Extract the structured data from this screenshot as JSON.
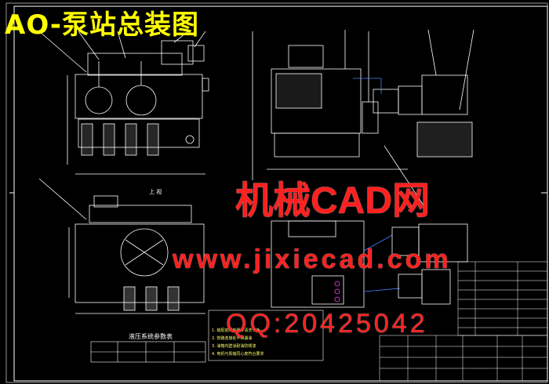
{
  "title": "AO-泵站总装图",
  "watermark": {
    "line1": "机械CAD网",
    "line2": "www.jixiecad.com",
    "line3": "QQ:20425042"
  },
  "views": {
    "top_label": "上 视",
    "table_title": "液压系统参数表"
  },
  "notes": [
    "1. 装配前所有零件清洗干净",
    "2. 管路连接处不得漏油",
    "3. 油箱内壁涂耐油防锈漆",
    "4. 电机与泵轴同心度符合要求"
  ],
  "colors": {
    "background": "#000000",
    "lines": "#ffffff",
    "title": "#ffff00",
    "watermark": "#ff2020",
    "accent_blue": "#4a7dff",
    "accent_magenta": "#ff40ff"
  }
}
